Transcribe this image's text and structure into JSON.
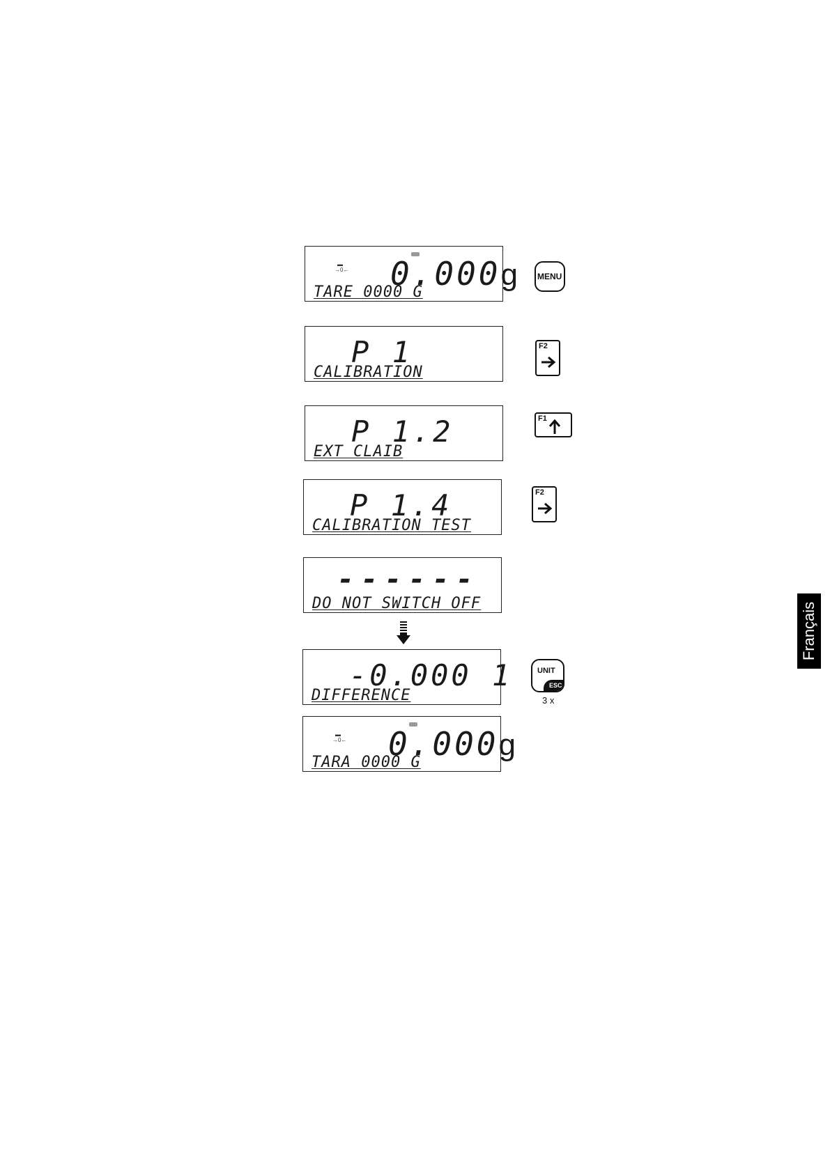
{
  "screens": [
    {
      "main": "0.000",
      "unit": "g",
      "sub": "TARE 0000 G"
    },
    {
      "main": "P 1",
      "sub": "CALIBRATION"
    },
    {
      "main": "P 1.2",
      "sub": "EXT CLAIB"
    },
    {
      "main": "P 1.4",
      "sub": "CALIBRATION TEST"
    },
    {
      "main": "------",
      "sub": "DO NOT SWITCH OFF"
    },
    {
      "main": "-0.000 1",
      "sub": "DIFFERENCE"
    },
    {
      "main": "0.000",
      "unit": "g",
      "sub": "TARA 0000 G"
    }
  ],
  "keys": {
    "menu": "MENU",
    "f2": "F2",
    "f1": "F1",
    "unit": "UNIT",
    "esc": "ESC",
    "unit_repeat": "3 x"
  },
  "language_tab": "Français",
  "icons": {
    "arrow_right": "arrow-right-icon",
    "arrow_up": "arrow-up-icon",
    "process_arrow": "down-arrow-icon"
  }
}
